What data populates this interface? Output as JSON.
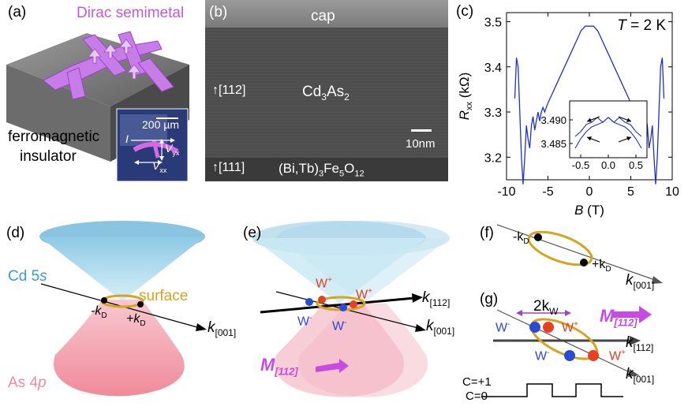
{
  "panels": {
    "a": {
      "label": "(a)",
      "title": "Dirac semimetal",
      "substrate_line1": "ferromagnetic",
      "substrate_line2": "insulator",
      "scale": "200 µm",
      "current": "I",
      "vyx_sym": "V",
      "vyx_sub": "yx",
      "vxx_sym": "V",
      "vxx_sub": "xx"
    },
    "b": {
      "label": "(b)",
      "cap": "cap",
      "dir_top": "↑[112]",
      "film_main": "Cd",
      "film_sub1": "3",
      "film_mid": "As",
      "film_sub2": "2",
      "scalebar": "10nm",
      "dir_bottom": "↑[111]",
      "sub_a": "(Bi,Tb)",
      "sub_s1": "3",
      "sub_b": "Fe",
      "sub_s2": "5",
      "sub_c": "O",
      "sub_s3": "12"
    },
    "c": {
      "label": "(c)",
      "temp_sym": "T",
      "temp_val": " = 2 K",
      "ylabel_sym": "R",
      "ylabel_sub": "xx",
      "ylabel_unit": " (kΩ)",
      "xlabel_sym": "B",
      "xlabel_unit": " (T)",
      "yticks": [
        "3.5",
        "3.4",
        "3.3",
        "3.2"
      ],
      "xticks": [
        "-10",
        "-5",
        "0",
        "5",
        "10"
      ],
      "inset_yticks": [
        "3.490",
        "3.485"
      ],
      "inset_xticks": [
        "-0.5",
        "0.0",
        "0.5"
      ]
    },
    "d": {
      "label": "(d)",
      "band_top_a": "Cd 5",
      "band_top_b": "s",
      "band_bot_a": "As 4",
      "band_bot_b": "p",
      "surface": "surface",
      "kminus": "-k",
      "kplus": "+k",
      "ksub": "D",
      "axis_k": "k",
      "axis_sub": "[001]"
    },
    "e": {
      "label": "(e)",
      "wplus": "W",
      "wminus": "W",
      "plus": "+",
      "minus": "-",
      "axis1_k": "k",
      "axis1_sub": "[112]",
      "axis2_k": "k",
      "axis2_sub": "[001]",
      "mag": "M",
      "mag_sub": "[112]"
    },
    "f": {
      "label": "(f)",
      "kminus": "-k",
      "kplus": "+k",
      "ksub": "D",
      "axis_k": "k",
      "axis_sub": "[001]"
    },
    "g": {
      "label": "(g)",
      "kw": "2k",
      "kw_sub": "W",
      "mag": "M",
      "mag_sub": "[112]",
      "w": "W",
      "plus": "+",
      "minus": "-",
      "axis1_k": "k",
      "axis1_sub": "[112]",
      "axis2_k": "k",
      "axis2_sub": "[001]",
      "c1": "C=+1",
      "c0": "C=0"
    }
  },
  "chart_data": {
    "type": "line",
    "title": "",
    "xlabel": "B (T)",
    "ylabel": "Rxx (kΩ)",
    "xlim": [
      -10,
      10
    ],
    "ylim": [
      3.15,
      3.52
    ],
    "annotation": "T = 2 K",
    "series": [
      {
        "x": [
          -9,
          -8.8,
          -8.6,
          -8.4,
          -8.2,
          -8,
          -7.8,
          -7.6,
          -7.4,
          -7.2,
          -7,
          -6.8,
          -6.6,
          -6.4,
          -6.2,
          -6,
          -5.8,
          -5.6,
          -5.4,
          -5.2,
          -5,
          -4.5,
          -4,
          -3.5,
          -3,
          -2.5,
          -2,
          -1.5,
          -1,
          -0.5,
          0,
          0.5,
          1,
          1.5,
          2,
          2.5,
          3,
          3.5,
          4,
          4.5,
          5,
          5.2,
          5.4,
          5.6,
          5.8,
          6,
          6.2,
          6.4,
          6.6,
          6.8,
          7,
          7.2,
          7.4,
          7.6,
          7.8,
          8,
          8.2,
          8.4,
          8.6,
          8.8,
          9
        ],
        "values": [
          3.33,
          3.42,
          3.4,
          3.3,
          3.2,
          3.14,
          3.2,
          3.27,
          3.24,
          3.22,
          3.27,
          3.29,
          3.26,
          3.28,
          3.3,
          3.28,
          3.3,
          3.31,
          3.3,
          3.31,
          3.32,
          3.34,
          3.36,
          3.38,
          3.4,
          3.42,
          3.44,
          3.46,
          3.48,
          3.49,
          3.49,
          3.49,
          3.48,
          3.46,
          3.44,
          3.42,
          3.4,
          3.38,
          3.36,
          3.34,
          3.32,
          3.31,
          3.3,
          3.31,
          3.3,
          3.28,
          3.3,
          3.28,
          3.26,
          3.29,
          3.27,
          3.22,
          3.24,
          3.27,
          3.2,
          3.14,
          3.2,
          3.3,
          3.4,
          3.42,
          3.33
        ]
      }
    ],
    "inset": {
      "xlim": [
        -0.7,
        0.7
      ],
      "ylim": [
        3.482,
        3.494
      ],
      "x": [
        -0.6,
        -0.5,
        -0.4,
        -0.3,
        -0.2,
        -0.1,
        0,
        0.1,
        0.2,
        0.3,
        0.4,
        0.5,
        0.6
      ],
      "sweep_up": [
        3.484,
        3.486,
        3.4875,
        3.4885,
        3.489,
        3.4895,
        3.4905,
        3.4895,
        3.4905,
        3.4895,
        3.489,
        3.4875,
        3.4865
      ],
      "sweep_down": [
        3.4865,
        3.4875,
        3.489,
        3.4895,
        3.4905,
        3.4895,
        3.4905,
        3.4895,
        3.489,
        3.4885,
        3.4875,
        3.486,
        3.484
      ]
    }
  }
}
